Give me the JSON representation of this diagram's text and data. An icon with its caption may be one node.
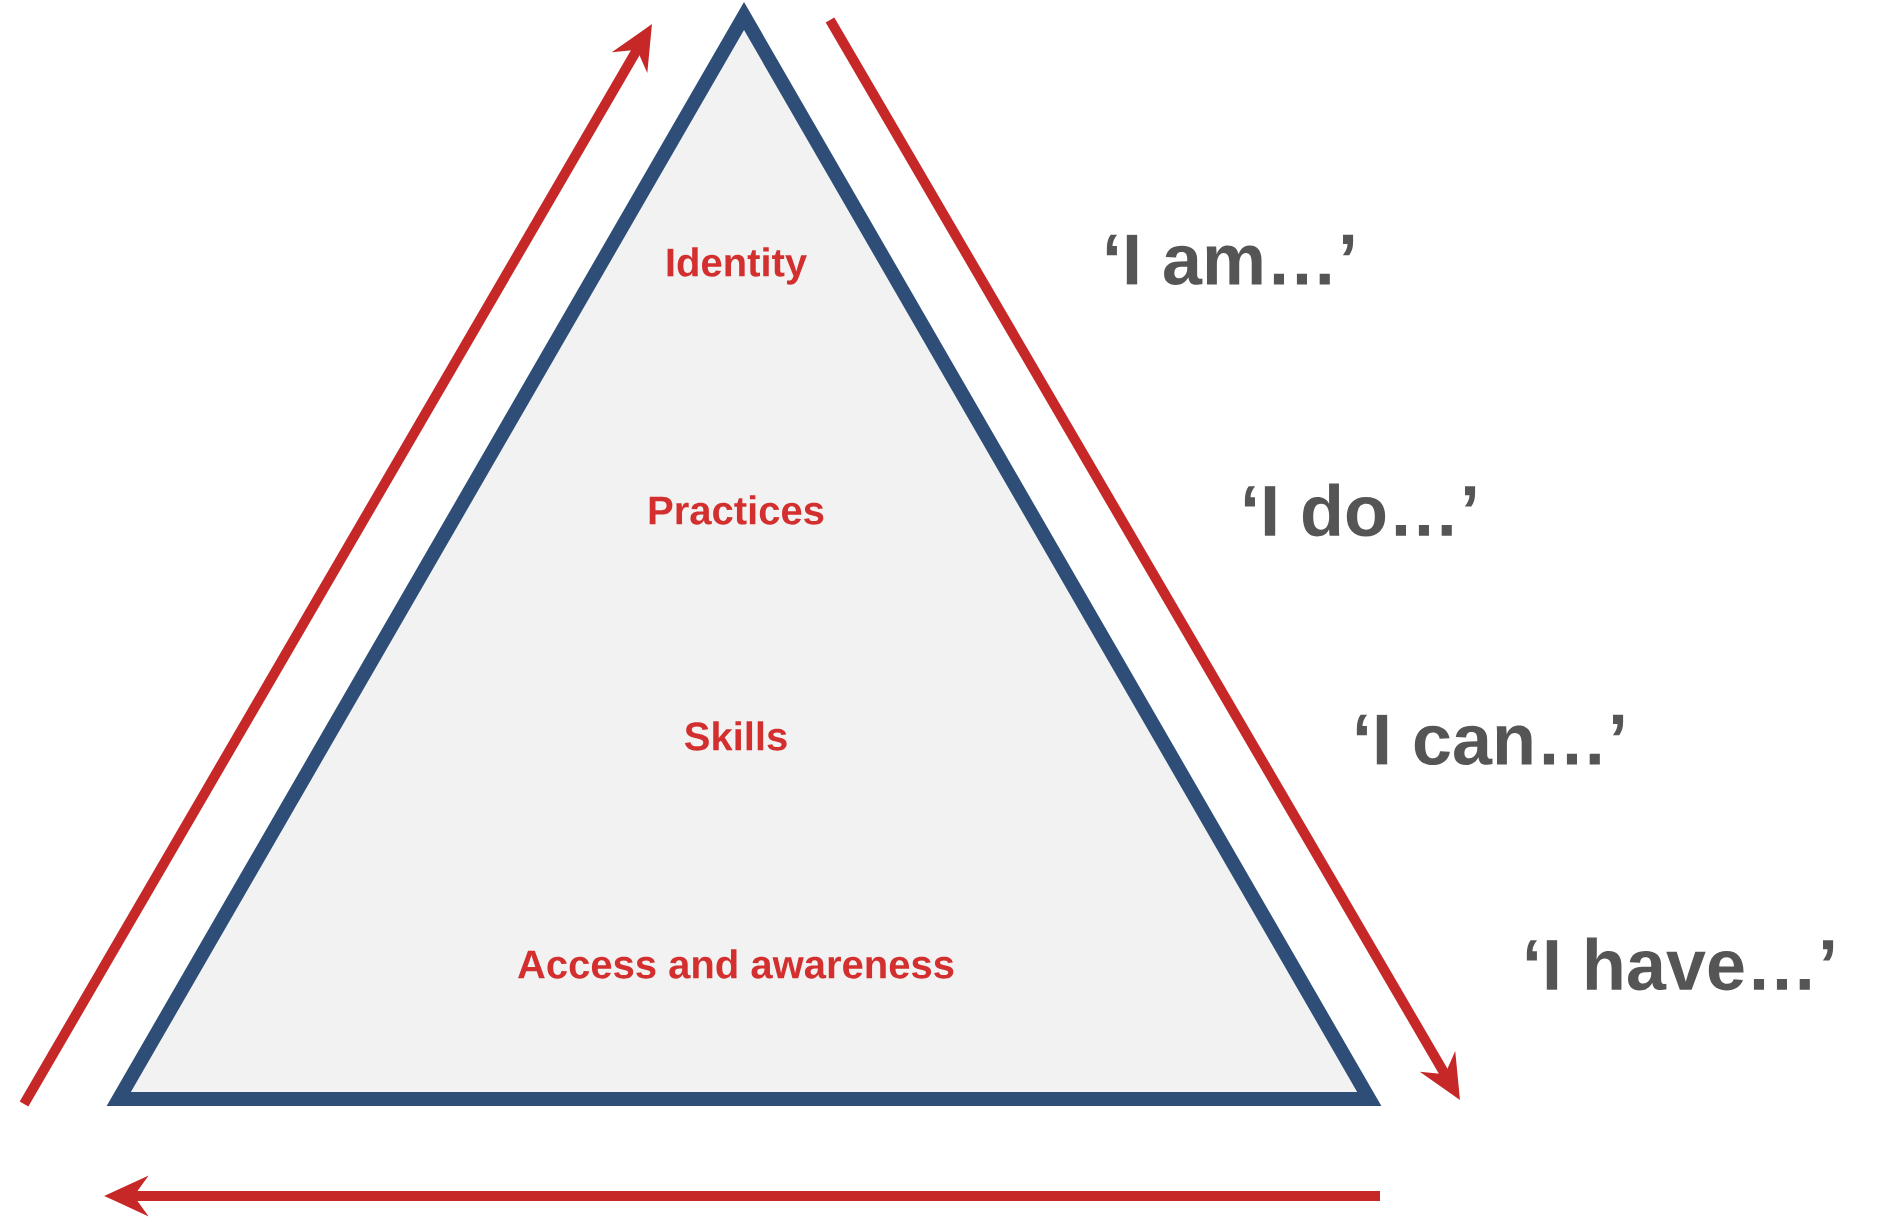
{
  "diagram": {
    "nodes": [
      {
        "text": [
          "Identity",
          "Practices",
          "Skills",
          "Access and awareness"
        ]
      }
    ],
    "edges": [],
    "labels": [
      "‘I am…’",
      "‘I do…’",
      "‘I can…’",
      "‘I have…’"
    ]
  }
}
